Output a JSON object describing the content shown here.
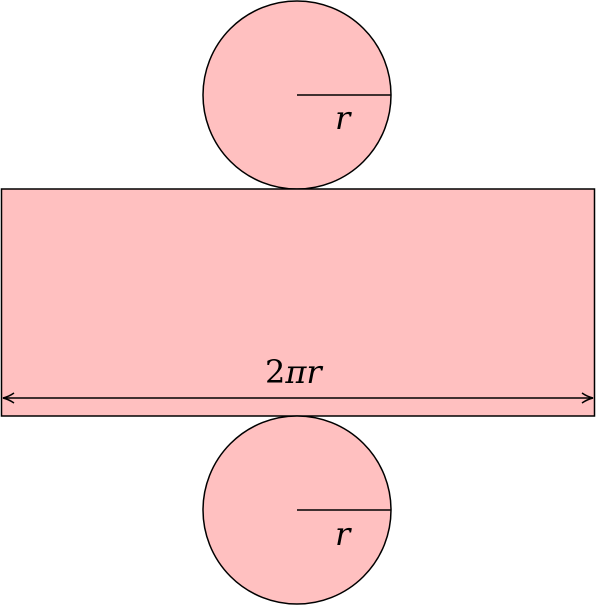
{
  "colors": {
    "fill": "#ffc0c0",
    "stroke": "#000000",
    "background": "#ffffff"
  },
  "labels": {
    "top_radius": "r",
    "bottom_radius": "r",
    "circumference_number": "2",
    "circumference_pi": "π",
    "circumference_r": "r"
  }
}
